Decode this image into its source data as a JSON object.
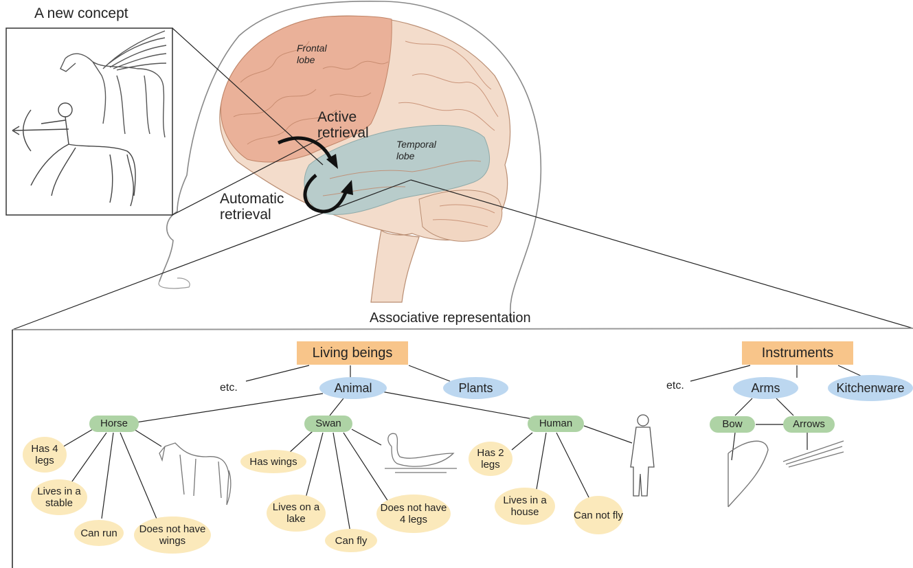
{
  "header": {
    "concept_title": "A new concept",
    "panel_title": "Associative representation"
  },
  "brain": {
    "frontal_lobe": "Frontal lobe",
    "temporal_lobe": "Temporal lobe",
    "active_retrieval": "Active retrieval",
    "automatic_retrieval": "Automatic retrieval"
  },
  "tree_left": {
    "root": "Living beings",
    "etc": "etc.",
    "animal": "Animal",
    "plants": "Plants",
    "horse": "Horse",
    "swan": "Swan",
    "human": "Human",
    "horse_features": [
      "Has 4 legs",
      "Lives in a stable",
      "Can run",
      "Does not have wings"
    ],
    "swan_features": [
      "Has wings",
      "Lives on a lake",
      "Can fly",
      "Does not have 4 legs"
    ],
    "human_features": [
      "Has 2 legs",
      "Lives in a house",
      "Can not fly"
    ]
  },
  "tree_right": {
    "root": "Instruments",
    "etc": "etc.",
    "arms": "Arms",
    "kitchenware": "Kitchenware",
    "bow": "Bow",
    "arrows": "Arrows"
  },
  "colors": {
    "category_box": "#f8c58a",
    "class_ellipse": "#bcd7f0",
    "item_pill": "#aed3a5",
    "feature_ellipse": "#fbe9bb",
    "frontal_lobe": "#eab199",
    "temporal_lobe": "#b8cccb"
  }
}
